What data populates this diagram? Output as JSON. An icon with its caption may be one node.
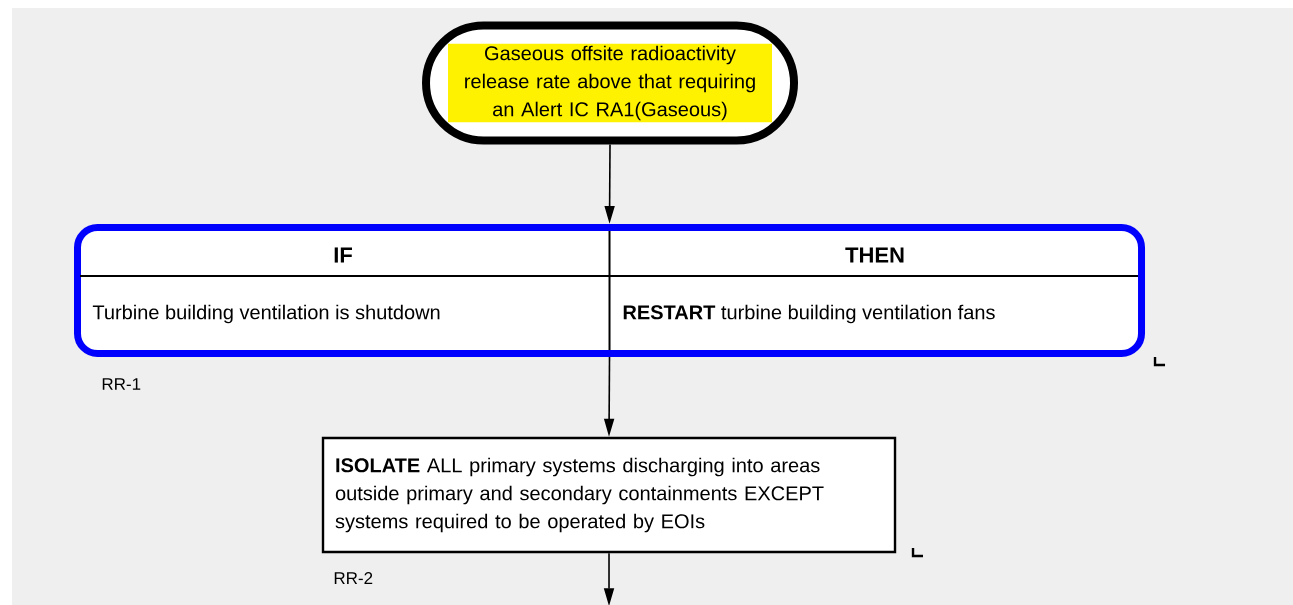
{
  "diagram": {
    "nodes": [
      {
        "text": [
          "Gaseous offsite radioactivity release rate above that requiring an Alert IC RA1(Gaseous)"
        ]
      },
      {
        "text": [
          "IF",
          "THEN",
          "Turbine building ventilation is shutdown",
          "**RESTART** turbine building ventilation fans"
        ],
        "beside": [
          "RR-1"
        ]
      },
      {
        "text": [
          "**ISOLATE** ALL primary systems discharging into areas outside primary and secondary containments EXCEPT systems required to be operated by EOIs"
        ],
        "beside": [
          "RR-2"
        ]
      }
    ],
    "edges": [
      {
        "from": 0,
        "to": 1,
        "arrow": "to"
      },
      {
        "from": 1,
        "to": 2,
        "arrow": "to"
      },
      {
        "from": 2,
        "to": null,
        "arrow": "to"
      }
    ]
  }
}
